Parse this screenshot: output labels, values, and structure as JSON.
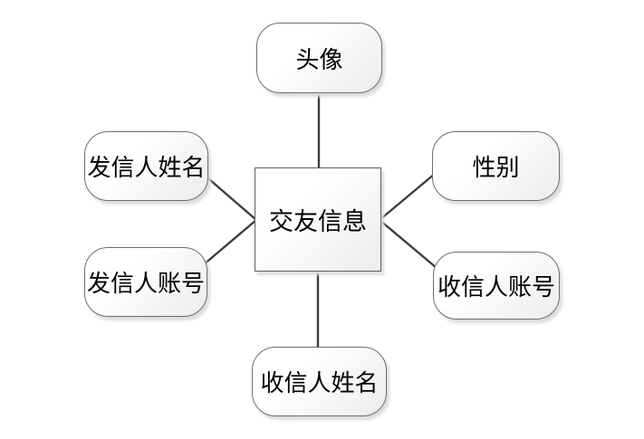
{
  "diagram": {
    "type": "entity-attribute-diagram",
    "center": {
      "id": "dating-info",
      "label": "交友信息"
    },
    "attributes": [
      {
        "id": "avatar",
        "label": "头像",
        "position": "top"
      },
      {
        "id": "sender-name",
        "label": "发信人姓名",
        "position": "left-top"
      },
      {
        "id": "sender-account",
        "label": "发信人账号",
        "position": "left-bottom"
      },
      {
        "id": "gender",
        "label": "性别",
        "position": "right-top"
      },
      {
        "id": "recipient-account",
        "label": "收信人账号",
        "position": "right-bottom"
      },
      {
        "id": "recipient-name",
        "label": "收信人姓名",
        "position": "bottom"
      }
    ],
    "colors": {
      "background": "#ffffff",
      "text": "#000000",
      "line": "#3d3d3d",
      "border": "#6e6e6e",
      "border_center": "#5f5f5f",
      "fill_start": "#ffffff",
      "fill_end": "#ececec",
      "shadow": "#dcdcdc"
    }
  }
}
